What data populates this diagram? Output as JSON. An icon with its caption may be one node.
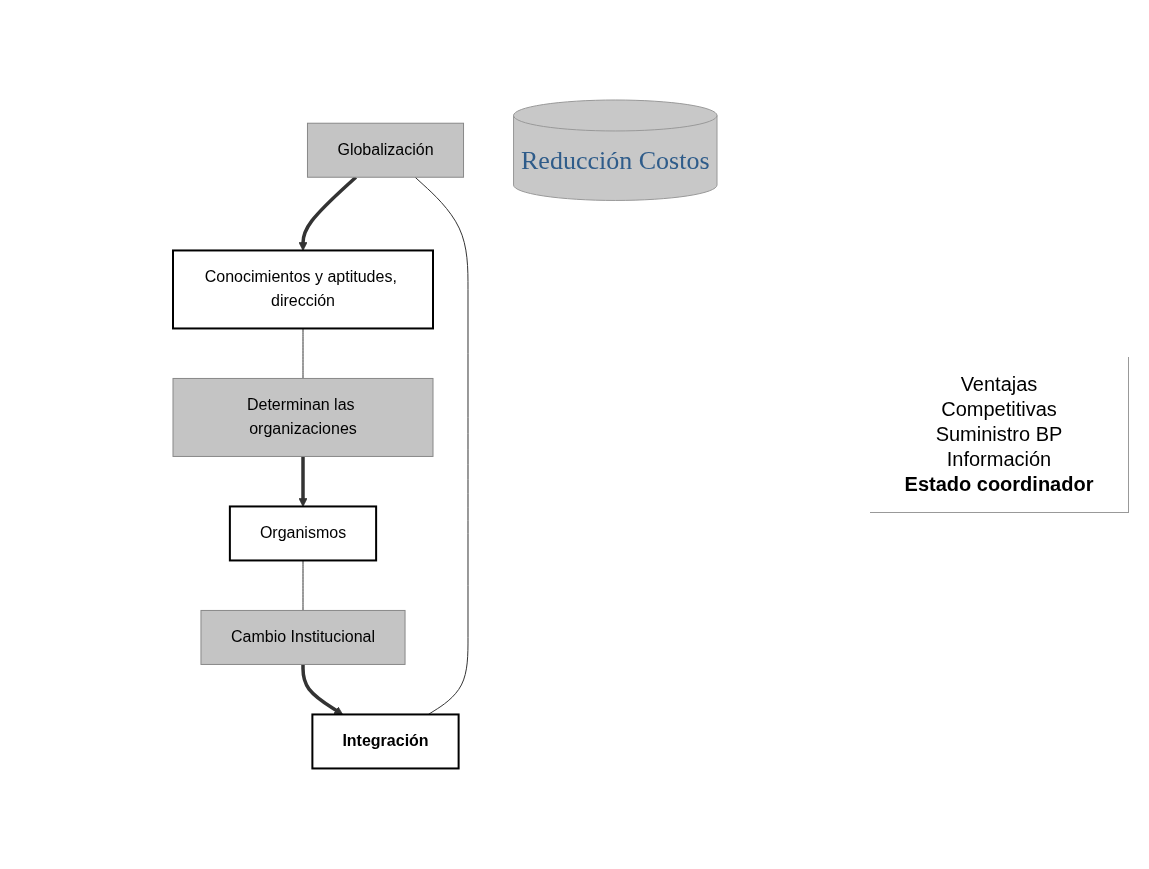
{
  "diagram": {
    "nodes": [
      {
        "text": [
          "Globalización"
        ]
      },
      {
        "text": [
          "Conocimientos y aptitudes, dirección"
        ]
      },
      {
        "text": [
          "Determinan las organizaciones"
        ]
      },
      {
        "text": [
          "Organismos"
        ]
      },
      {
        "text": [
          "Cambio Institucional"
        ]
      },
      {
        "text": [
          "Integración"
        ]
      },
      {
        "text": [
          "Reducción Costos"
        ]
      }
    ],
    "edges": [
      {
        "from": 0,
        "to": 1,
        "arrow": "to",
        "style": "thick"
      },
      {
        "from": 1,
        "to": 2,
        "arrow": "none"
      },
      {
        "from": 2,
        "to": 3,
        "arrow": "to",
        "style": "thick"
      },
      {
        "from": 3,
        "to": 4,
        "arrow": "none"
      },
      {
        "from": 4,
        "to": 5,
        "arrow": "to",
        "style": "thick"
      },
      {
        "from": 5,
        "to": 0,
        "arrow": "none"
      }
    ],
    "labels": [
      "Ventajas",
      "Competitivas",
      "Suministro BP",
      "Información",
      "Estado coordinador"
    ]
  }
}
